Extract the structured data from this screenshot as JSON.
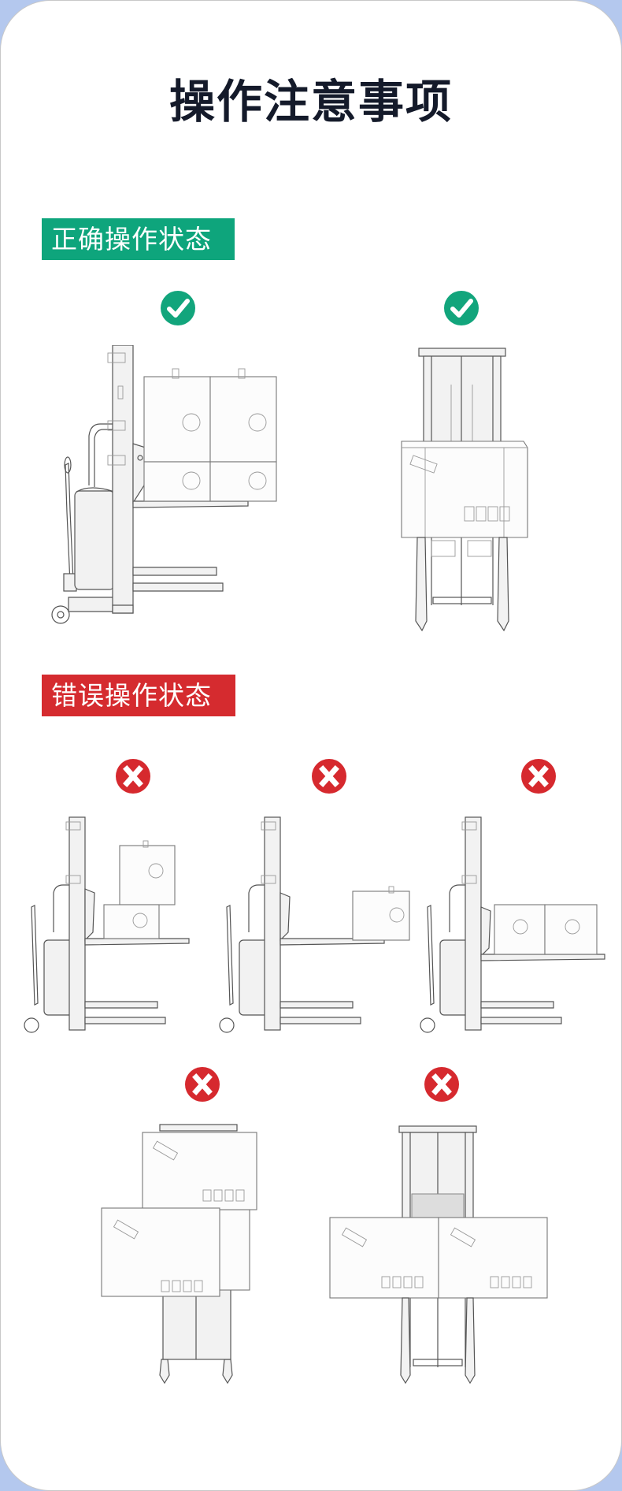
{
  "page": {
    "title": "操作注意事项",
    "colors": {
      "background": "#b4c8ee",
      "title": "#141a2a",
      "correct": "#0ea57c",
      "wrong": "#d52b2f"
    }
  },
  "correct_section": {
    "label": "正确操作状态",
    "items": [
      {
        "icon": "check-icon",
        "view": "side",
        "description": "stacker side view, four boxes stacked evenly against mast"
      },
      {
        "icon": "check-icon",
        "view": "front",
        "description": "stacker front view, single box centered on forks"
      }
    ]
  },
  "wrong_section": {
    "label": "错误操作状态",
    "items": [
      {
        "icon": "cross-icon",
        "view": "side",
        "description": "stacker side view, boxes stacked offset and high at fork tips"
      },
      {
        "icon": "cross-icon",
        "view": "side",
        "description": "stacker side view, single box at tip of forks"
      },
      {
        "icon": "cross-icon",
        "view": "side",
        "description": "stacker side view, two boxes overhanging fork ends"
      },
      {
        "icon": "cross-icon",
        "view": "front",
        "description": "stacker front view, boxes stacked off-center"
      },
      {
        "icon": "cross-icon",
        "view": "front",
        "description": "stacker front view, wide load extending past both sides"
      }
    ]
  }
}
